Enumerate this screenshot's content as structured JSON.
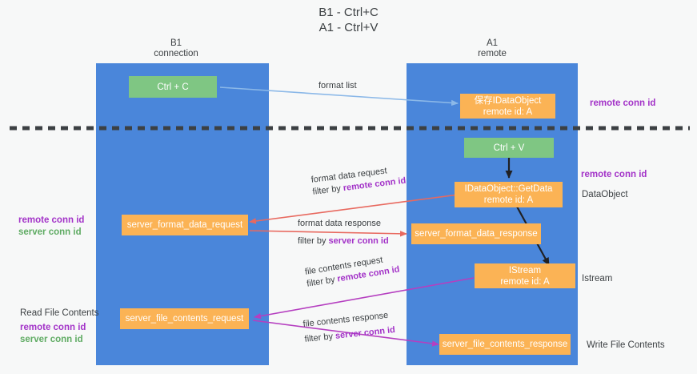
{
  "title": {
    "line1": "B1 - Ctrl+C",
    "line2": "A1 - Ctrl+V"
  },
  "colors": {
    "lane": "#4a86da",
    "green_node": "#7fc683",
    "orange_node": "#fbb355",
    "arrow_blue": "#8bb8e8",
    "arrow_red": "#e8695f",
    "arrow_magenta": "#b53fc0",
    "arrow_black": "#202124",
    "divider": "#3c4043",
    "text_purple": "#a333c8",
    "text_green": "#5fab63",
    "text_dark": "#3c4043"
  },
  "columns": [
    {
      "name": "B1",
      "sub": "connection"
    },
    {
      "name": "A1",
      "sub": "remote"
    }
  ],
  "nodes": {
    "ctrl_c": "Ctrl + C",
    "save_idataobject": "保存IDataObject\nremote id: A",
    "ctrl_v": "Ctrl + V",
    "getdata": "IDataObject::GetData\nremote id: A",
    "server_format_data_request": "server_format_data_request",
    "server_format_data_response": "server_format_data_response",
    "istream": "IStream\nremote id: A",
    "server_file_contents_request": "server_file_contents_request",
    "server_file_contents_response": "server_file_contents_response"
  },
  "edge_labels": {
    "format_list": "format list",
    "format_data_request_l1": "format data request",
    "format_data_request_l2a": "filter by ",
    "format_data_request_l2b": "remote conn id",
    "format_data_response_l1": "format data response",
    "format_data_response_l2a": "filter by ",
    "format_data_response_l2b": "server conn id",
    "file_contents_request_l1": "file contents request",
    "file_contents_request_l2a": "filter by ",
    "file_contents_request_l2b": "remote conn id",
    "file_contents_response_l1": "file contents response",
    "file_contents_response_l2a": "filter by ",
    "file_contents_response_l2b": "server conn id"
  },
  "annotations": {
    "right_remote_conn_id_top": "remote conn id",
    "right_remote_conn_id_mid": "remote conn id",
    "right_dataobject": "DataObject",
    "right_istream": "Istream",
    "right_write_file_contents": "Write File Contents",
    "left_remote_conn_id": "remote conn id",
    "left_server_conn_id": "server conn id",
    "left_read_file_contents": "Read File Contents",
    "left_remote_conn_id2": "remote conn id",
    "left_server_conn_id2": "server conn id"
  }
}
